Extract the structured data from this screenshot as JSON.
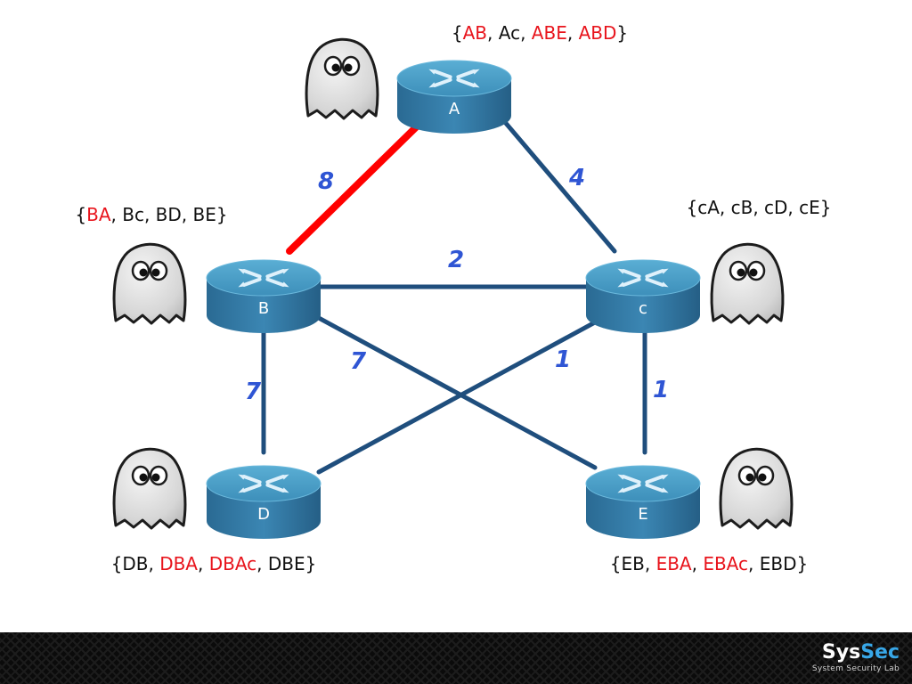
{
  "routers": [
    {
      "id": "A",
      "label": "A"
    },
    {
      "id": "B",
      "label": "B"
    },
    {
      "id": "C",
      "label": "c"
    },
    {
      "id": "D",
      "label": "D"
    },
    {
      "id": "E",
      "label": "E"
    }
  ],
  "links": [
    {
      "from": "A",
      "to": "B",
      "weight": "8",
      "highlight": true
    },
    {
      "from": "A",
      "to": "C",
      "weight": "4",
      "highlight": false
    },
    {
      "from": "B",
      "to": "C",
      "weight": "2",
      "highlight": false
    },
    {
      "from": "B",
      "to": "D",
      "weight": "7",
      "highlight": false
    },
    {
      "from": "B",
      "to": "E",
      "weight": "7",
      "highlight": false
    },
    {
      "from": "C",
      "to": "D",
      "weight": "1",
      "highlight": false
    },
    {
      "from": "C",
      "to": "E",
      "weight": "1",
      "highlight": false
    }
  ],
  "tables": {
    "A": [
      {
        "t": "{",
        "r": false
      },
      {
        "t": "AB",
        "r": true
      },
      {
        "t": ", Ac, ",
        "r": false
      },
      {
        "t": "ABE",
        "r": true
      },
      {
        "t": ", ",
        "r": false
      },
      {
        "t": "ABD",
        "r": true
      },
      {
        "t": "}",
        "r": false
      }
    ],
    "B": [
      {
        "t": "{",
        "r": false
      },
      {
        "t": "BA",
        "r": true
      },
      {
        "t": ", Bc, BD, BE}",
        "r": false
      }
    ],
    "C": [
      {
        "t": "{cA, cB, cD, cE}",
        "r": false
      }
    ],
    "D": [
      {
        "t": "{DB, ",
        "r": false
      },
      {
        "t": "DBA",
        "r": true
      },
      {
        "t": ", ",
        "r": false
      },
      {
        "t": "DBAc",
        "r": true
      },
      {
        "t": ", DBE}",
        "r": false
      }
    ],
    "E": [
      {
        "t": "{EB, ",
        "r": false
      },
      {
        "t": "EBA",
        "r": true
      },
      {
        "t": ", ",
        "r": false
      },
      {
        "t": "EBAc",
        "r": true
      },
      {
        "t": ", EBD}",
        "r": false
      }
    ]
  },
  "colors": {
    "link": "#1f4e7d",
    "highlight_link": "#ff0000",
    "router_top": "#4a9dc4",
    "router_side": "#2b6f99",
    "weight_label": "#2f55d4",
    "highlight_text": "#e8141c"
  },
  "icons": {
    "router": "router-icon",
    "ghost": "ghost-icon"
  },
  "footer": {
    "brand_part1": "Sys",
    "brand_part2": "Sec",
    "brand_sub": "System Security Lab"
  }
}
